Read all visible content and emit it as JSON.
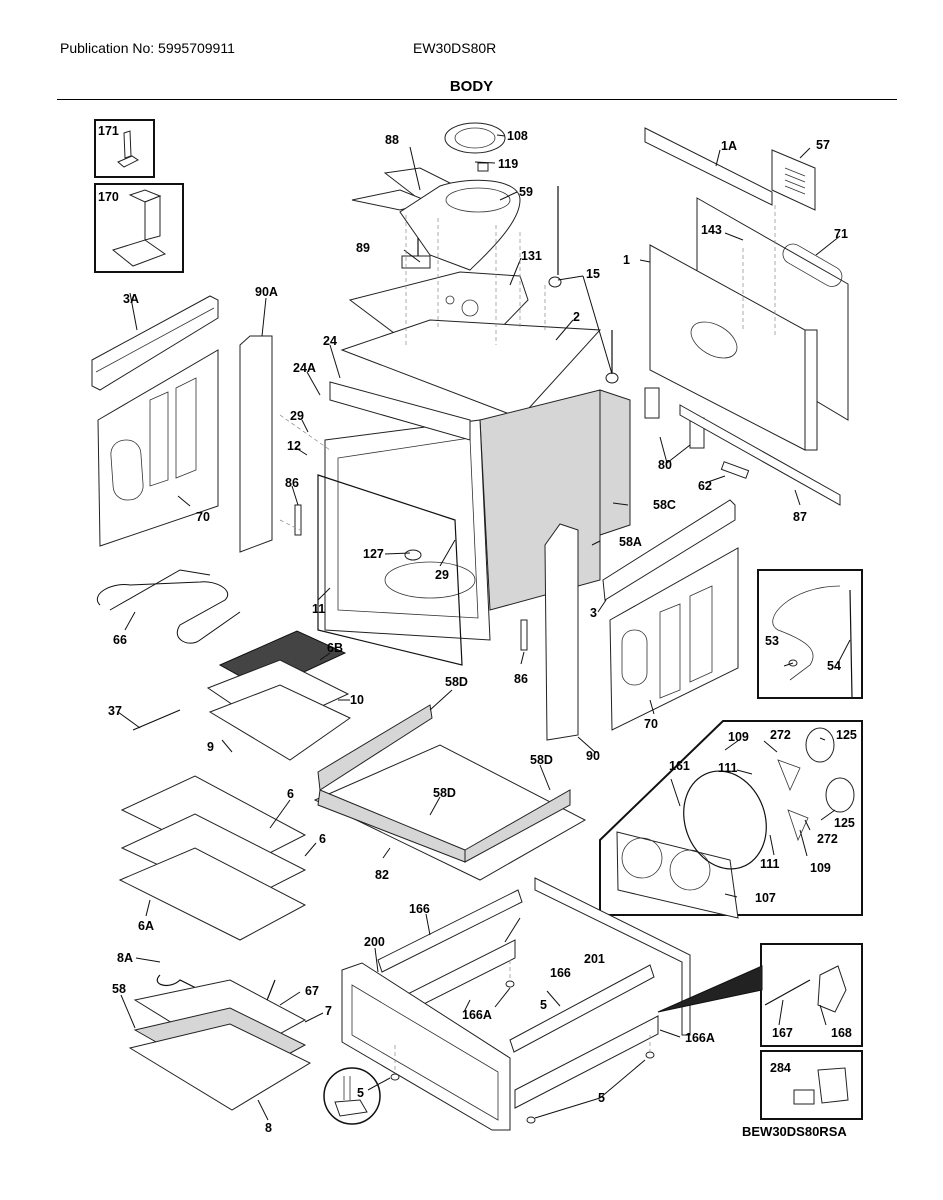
{
  "header": {
    "publication": "Publication No: 5995709911",
    "model": "EW30DS80R",
    "section_title": "BODY"
  },
  "footer": {
    "diagram_code": "BEW30DS80RSA"
  },
  "parts": {
    "p171": "171",
    "p170": "170",
    "p3A": "3A",
    "p90A": "90A",
    "p70_left": "70",
    "p88": "88",
    "p108": "108",
    "p119": "119",
    "p59": "59",
    "p89": "89",
    "p131": "131",
    "p15": "15",
    "p2": "2",
    "p24": "24",
    "p24A": "24A",
    "p29_top": "29",
    "p12": "12",
    "p86_left": "86",
    "p127": "127",
    "p29_mid": "29",
    "p11": "11",
    "p1A": "1A",
    "p57": "57",
    "p143": "143",
    "p71": "71",
    "p1": "1",
    "p80": "80",
    "p62": "62",
    "p87": "87",
    "p58C": "58C",
    "p58A": "58A",
    "p3": "3",
    "p86_right": "86",
    "p90": "90",
    "p70_right": "70",
    "p53": "53",
    "p54": "54",
    "p66": "66",
    "p6B": "6B",
    "p10": "10",
    "p37": "37",
    "p9": "9",
    "p58D_top": "58D",
    "p58D_right": "58D",
    "p58D_mid": "58D",
    "p82": "82",
    "p6_top": "6",
    "p6_mid": "6",
    "p6A": "6A",
    "p109_top": "109",
    "p272_top": "272",
    "p125_top": "125",
    "p161": "161",
    "p111_top": "111",
    "p125_bot": "125",
    "p272_bot": "272",
    "p111_bot": "111",
    "p109_bot": "109",
    "p107": "107",
    "p166_left": "166",
    "p201": "201",
    "p200": "200",
    "p166_right": "166",
    "p5_mid": "5",
    "p166A_left": "166A",
    "p166A_right": "166A",
    "p5_bot": "5",
    "p5_circle": "5",
    "p8A": "8A",
    "p58": "58",
    "p67": "67",
    "p7": "7",
    "p8": "8",
    "p167": "167",
    "p168": "168",
    "p284": "284"
  }
}
